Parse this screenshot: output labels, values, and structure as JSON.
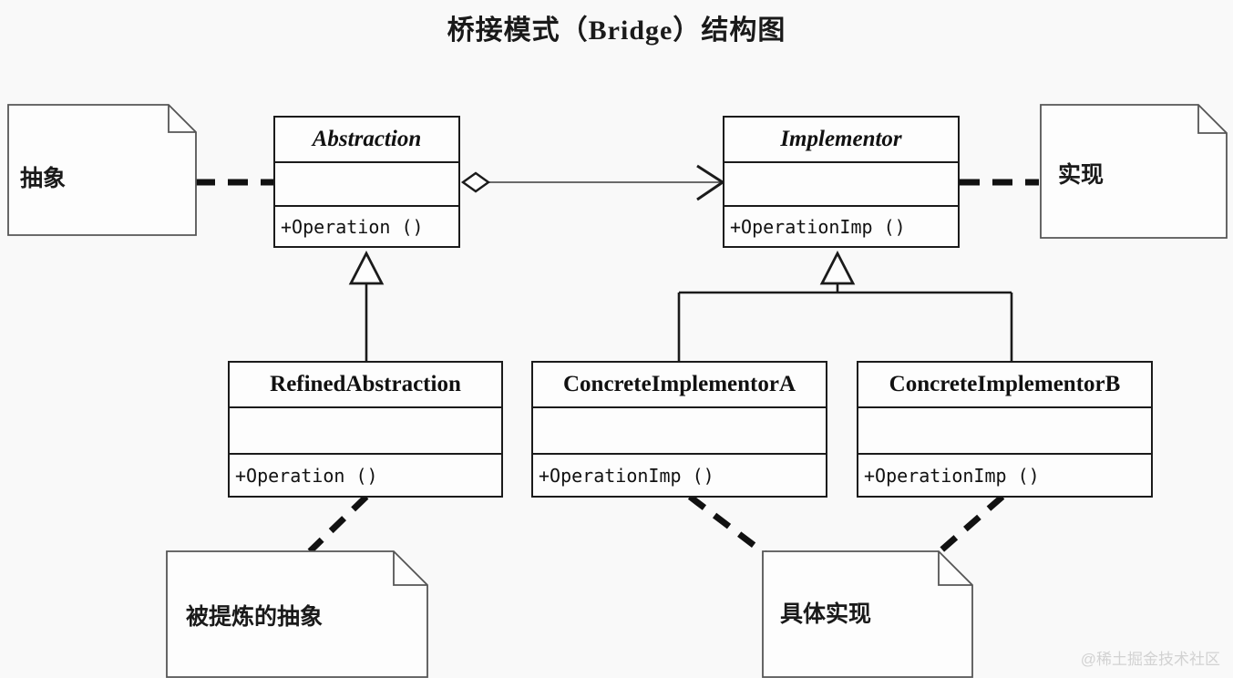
{
  "title": "桥接模式（Bridge）结构图",
  "watermark": "@稀土掘金技术社区",
  "classes": {
    "abstraction": {
      "name": "Abstraction",
      "stereotype": "abstract",
      "attributes": "",
      "operations": "+Operation ()"
    },
    "implementor": {
      "name": "Implementor",
      "stereotype": "abstract",
      "attributes": "",
      "operations": "+OperationImp ()"
    },
    "refined_abstraction": {
      "name": "RefinedAbstraction",
      "stereotype": "concrete",
      "attributes": "",
      "operations": "+Operation ()"
    },
    "concrete_implementor_a": {
      "name": "ConcreteImplementorA",
      "stereotype": "concrete",
      "attributes": "",
      "operations": "+OperationImp ()"
    },
    "concrete_implementor_b": {
      "name": "ConcreteImplementorB",
      "stereotype": "concrete",
      "attributes": "",
      "operations": "+OperationImp ()"
    }
  },
  "notes": {
    "abstraction_note": {
      "text": "抽象"
    },
    "implementor_note": {
      "text": "实现"
    },
    "refined_abstraction_note": {
      "text": "被提炼的抽象"
    },
    "concrete_implementor_note": {
      "text": "具体实现"
    }
  },
  "relationships": [
    {
      "from": "Abstraction",
      "to": "Implementor",
      "type": "aggregation-association",
      "arrow": "open-arrow",
      "source_decoration": "hollow-diamond"
    },
    {
      "from": "RefinedAbstraction",
      "to": "Abstraction",
      "type": "generalization",
      "arrow": "hollow-triangle"
    },
    {
      "from": "ConcreteImplementorA",
      "to": "Implementor",
      "type": "generalization",
      "arrow": "hollow-triangle"
    },
    {
      "from": "ConcreteImplementorB",
      "to": "Implementor",
      "type": "generalization",
      "arrow": "hollow-triangle"
    },
    {
      "from": "抽象",
      "to": "Abstraction",
      "type": "note-anchor",
      "style": "dashed"
    },
    {
      "from": "实现",
      "to": "Implementor",
      "type": "note-anchor",
      "style": "dashed"
    },
    {
      "from": "被提炼的抽象",
      "to": "RefinedAbstraction",
      "type": "note-anchor",
      "style": "dashed"
    },
    {
      "from": "具体实现",
      "to": "ConcreteImplementorA",
      "type": "note-anchor",
      "style": "dashed"
    },
    {
      "from": "具体实现",
      "to": "ConcreteImplementorB",
      "type": "note-anchor",
      "style": "dashed"
    }
  ],
  "colors": {
    "background": "#f9f9f9",
    "stroke": "#1b1b1b",
    "box_fill": "#fdfdfd",
    "text": "#111111",
    "watermark": "#d2d2d2"
  }
}
